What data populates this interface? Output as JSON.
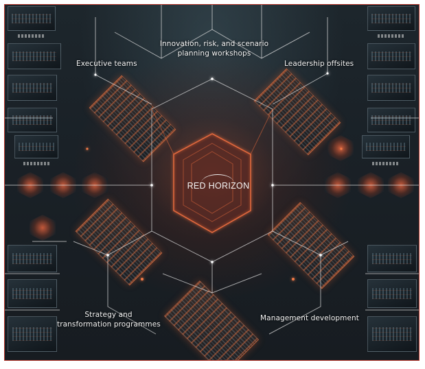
{
  "brand": {
    "name": "RED HORIZON",
    "accent_color": "#e0683c",
    "border_color": "#b8352a",
    "background_color": "#1a2127"
  },
  "center_node": {
    "label": "RED HORIZON",
    "icon": "hexagon-core-icon"
  },
  "services": [
    {
      "id": "innovation",
      "label_line1": "Innovation, risk, and scenario",
      "label_line2": "planning workshops",
      "position": "top-center"
    },
    {
      "id": "executive",
      "label": "Executive teams",
      "position": "top-left"
    },
    {
      "id": "leadership",
      "label": "Leadership offsites",
      "position": "top-right"
    },
    {
      "id": "strategy",
      "label_line1": "Strategy and",
      "label_line2": "transformation programmes",
      "position": "bottom-left"
    },
    {
      "id": "management",
      "label": "Management development",
      "position": "bottom-right"
    }
  ],
  "side_panels": {
    "left_count": 8,
    "right_count": 8
  }
}
